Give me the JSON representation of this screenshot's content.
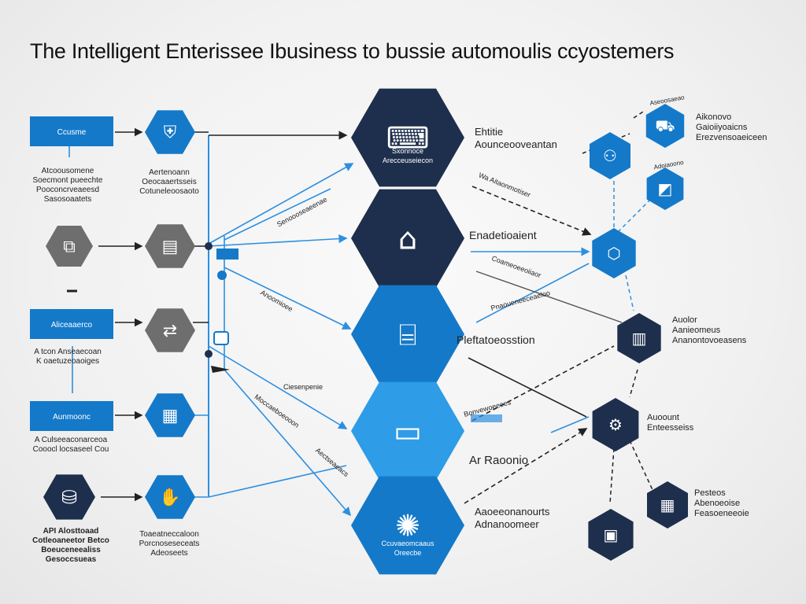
{
  "title": "The Intelligent Enterissee Ibusiness to bussie automoulis ccyostemers",
  "colors": {
    "navy": "#1e2f4d",
    "blue": "#1479c9",
    "light_blue": "#2e9ce6",
    "gray": "#6e6e6e",
    "line": "#2d8fe0",
    "text": "#222222"
  },
  "left_boxes": [
    {
      "label": "Ccusme"
    },
    {
      "label": "Aliceaaerco"
    },
    {
      "label": "Aunmoonc"
    }
  ],
  "left_texts": [
    {
      "lines": [
        "Atcoousomene",
        "Soecmont pueechte",
        "Pooconcrveaeesd",
        "Sasosoaatets"
      ]
    },
    {
      "lines": [
        "A tcon Anseaecoan",
        "K oaetuzeoaoiges"
      ]
    },
    {
      "lines": [
        "A Culseeaconarceoa",
        "Cooocl locsaseel Cou"
      ]
    },
    {
      "lines": [
        "API Alosttoaad",
        "Cotleoaneetor Betco",
        "Boeuceneealiss",
        "Gesoccsueas"
      ]
    }
  ],
  "left_icons": [
    {
      "name": "document-icon",
      "color": "gray",
      "glyph": "⧉"
    },
    {
      "name": "database-icon",
      "color": "navy",
      "glyph": "⛁"
    }
  ],
  "mid_icons": [
    {
      "name": "shield-icon",
      "glyph": "⛨"
    },
    {
      "name": "clipboard-icon",
      "glyph": "▤"
    },
    {
      "name": "exchange-icon",
      "glyph": "⇄"
    },
    {
      "name": "files-icon",
      "glyph": "▦"
    },
    {
      "name": "hand-icon",
      "glyph": "✋"
    }
  ],
  "mid_texts": [
    {
      "lines": [
        "Aertenoann",
        "Oeocaaertsseis",
        "Cotuneleoosaoto"
      ]
    },
    {
      "lines": [
        "Toaeatneccaloon",
        "Porcnoseseceats",
        "Adeoseets"
      ]
    }
  ],
  "center_hexes": [
    {
      "name": "center-hex-analytics",
      "glyph": "⌨",
      "sublabel": [
        "Sxonnoce",
        "Arecceuseiecon"
      ]
    },
    {
      "name": "center-hex-home",
      "glyph": "⌂",
      "sublabel": []
    },
    {
      "name": "center-hex-building",
      "glyph": "⌸",
      "sublabel": []
    },
    {
      "name": "center-hex-computer",
      "glyph": "▭",
      "sublabel": []
    },
    {
      "name": "center-hex-network",
      "glyph": "✺",
      "sublabel": [
        "Ccuvaeomcaaus",
        "Oreecbe"
      ]
    }
  ],
  "center_labels": [
    {
      "lines": [
        "Ehtitie",
        "Aounceooveantan"
      ]
    },
    {
      "lines": [
        "Enadetioaient"
      ]
    },
    {
      "lines": [
        "Pleftatoeosstion"
      ]
    },
    {
      "lines": [
        "Ar Raoonio"
      ]
    },
    {
      "lines": [
        "Aaoeeonanourts",
        "Adnanoomeer"
      ]
    }
  ],
  "connector_labels": [
    {
      "text": "Senoooseaeenae"
    },
    {
      "text": "Wa Aitaonmotiser"
    },
    {
      "text": "Coameoeeoiiaor"
    },
    {
      "text": "Anoomioee"
    },
    {
      "text": "Pnaoueneeceaeloo"
    },
    {
      "text": "Ciesenpenie"
    },
    {
      "text": "Moccaeboeooon"
    },
    {
      "text": "Bonvewoeeees"
    },
    {
      "text": "Aectseaeacs"
    }
  ],
  "right_hexes": [
    {
      "name": "right-hex-truck",
      "glyph": "⛟"
    },
    {
      "name": "right-hex-people",
      "glyph": "⚇"
    },
    {
      "name": "right-hex-chart",
      "glyph": "◩"
    },
    {
      "name": "right-hex-cube",
      "glyph": "⬡"
    },
    {
      "name": "right-hex-grid",
      "glyph": "▥"
    },
    {
      "name": "right-hex-gear",
      "glyph": "⚙"
    },
    {
      "name": "right-hex-map",
      "glyph": "▦"
    },
    {
      "name": "right-hex-box",
      "glyph": "▣"
    }
  ],
  "right_labels": [
    {
      "lines": [
        "Aikonovo",
        "Gaioiiyoaicns",
        "Erezvensoaeiceen"
      ]
    },
    {
      "lines": [
        "Auolor",
        "Aanieomeus",
        "Ananontovoeasens"
      ]
    },
    {
      "lines": [
        "Auoount",
        "Enteesseiss"
      ]
    },
    {
      "lines": [
        "Pesteos",
        "Abenoeoise",
        "Feasoeneeoie"
      ]
    }
  ],
  "right_tags": [
    {
      "text": "Aseoosaeao"
    },
    {
      "text": "Adoiaoono"
    }
  ]
}
